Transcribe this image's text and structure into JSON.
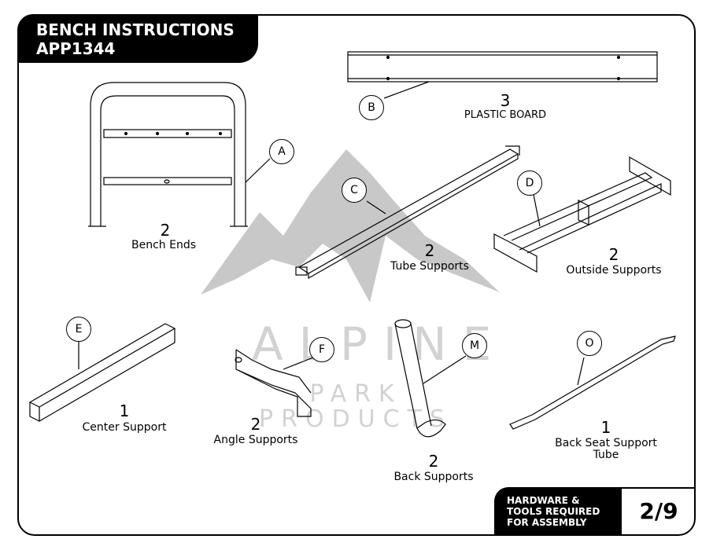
{
  "header": {
    "title_line1": "BENCH INSTRUCTIONS",
    "title_line2": "APP1344"
  },
  "watermark": {
    "brand": "ALPINE",
    "sub": "PARK PRODUCTS"
  },
  "parts": {
    "a": {
      "callout": "A",
      "qty": "2",
      "name": "Bench Ends"
    },
    "b": {
      "callout": "B",
      "qty": "3",
      "name": "PLASTIC BOARD"
    },
    "c": {
      "callout": "C",
      "qty": "2",
      "name": "Tube Supports"
    },
    "d": {
      "callout": "D",
      "qty": "2",
      "name": "Outside Supports"
    },
    "e": {
      "callout": "E",
      "qty": "1",
      "name": "Center Support"
    },
    "f": {
      "callout": "F",
      "qty": "2",
      "name": "Angle Supports"
    },
    "m": {
      "callout": "M",
      "qty": "2",
      "name": "Back Supports"
    },
    "o": {
      "callout": "O",
      "qty": "1",
      "name_line1": "Back Seat Support",
      "name_line2": "Tube"
    }
  },
  "footer": {
    "hardware_line1": "HARDWARE &",
    "hardware_line2": "TOOLS REQUIRED",
    "hardware_line3": "FOR ASSEMBLY",
    "page": "2/9"
  },
  "colors": {
    "ink": "#000000",
    "watermark": "#c8c8c8"
  }
}
